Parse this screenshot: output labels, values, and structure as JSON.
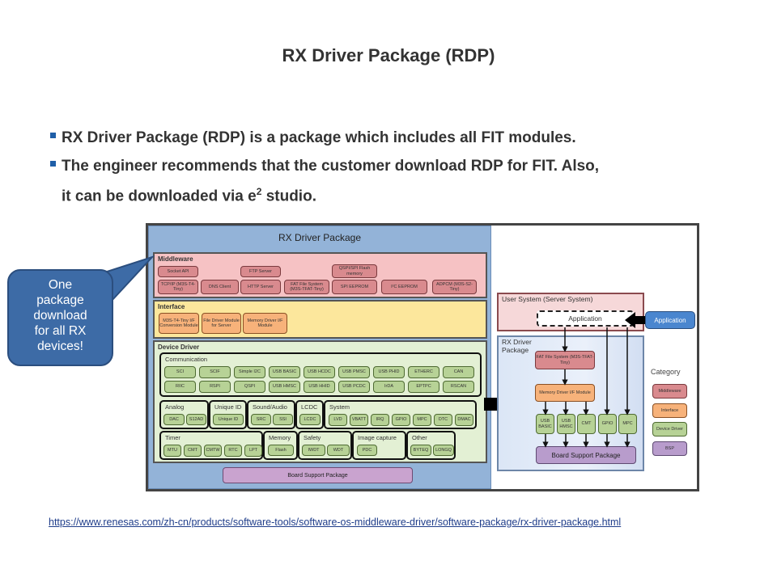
{
  "slide": {
    "title": "RX Driver Package (RDP)",
    "bullets": [
      "RX Driver Package (RDP) is a package which includes all FIT modules.",
      "The engineer recommends that the customer download RDP for FIT. Also,"
    ],
    "bullet2_continuation_prefix": "it can be downloaded via e",
    "bullet2_sup": "2",
    "bullet2_continuation_suffix": " studio.",
    "bullet_icon": "square-bullet-icon",
    "callout": [
      "One",
      "package",
      "download",
      "for all RX",
      "devices!"
    ],
    "link": "https://www.renesas.com/zh-cn/products/software-tools/software-os-middleware-driver/software-package/rx-driver-package.html"
  },
  "diagram": {
    "title": "RX Driver Package",
    "middleware": {
      "title": "Middleware",
      "row1": [
        "Socket API",
        "FTP Server",
        "QSPI/SPI Flash memory"
      ],
      "row2": [
        "TCP/IP (M3S-T4-Tiny)",
        "DNS Client",
        "HTTP Server",
        "FAT File System (M3S-TFAT-Tiny)",
        "SPI EEPROM",
        "I²C EEPROM",
        "ADPCM (M3S-S2-Tiny)"
      ]
    },
    "interface": {
      "title": "Interface",
      "modules": [
        "M3S-T4-Tiny I/F Conversion Module",
        "File Driver Module for Server",
        "Memory Driver I/F Module"
      ]
    },
    "device_driver": {
      "title": "Device Driver",
      "communication": {
        "title": "Communication",
        "row1": [
          "SCI",
          "SCIF",
          "Simple I2C",
          "USB BASIC",
          "USB HCDC",
          "USB PMSC",
          "USB PHID",
          "ETHERC",
          "CAN"
        ],
        "row2": [
          "RIIC",
          "RSPI",
          "QSPI",
          "USB HMSC",
          "USB HHID",
          "USB PCDC",
          "IrDA",
          "EPTPC",
          "RSCAN"
        ]
      },
      "analog": {
        "title": "Analog",
        "modules": [
          "DAC",
          "S12AD"
        ]
      },
      "unique_id": {
        "title": "Unique ID",
        "modules": [
          "Unique ID"
        ]
      },
      "sound": {
        "title": "Sound/Audio",
        "modules": [
          "SRC",
          "SSI"
        ]
      },
      "lcdc": {
        "title": "LCDC",
        "modules": [
          "LCDC"
        ]
      },
      "system": {
        "title": "System",
        "modules": [
          "LVD",
          "VBATT",
          "IRQ",
          "GPIO",
          "MPC",
          "DTC",
          "DMAC"
        ]
      },
      "timer": {
        "title": "Timer",
        "modules": [
          "MTU",
          "CMT",
          "CMTW",
          "RTC",
          "LPT"
        ]
      },
      "memory": {
        "title": "Memory",
        "modules": [
          "Flash"
        ]
      },
      "safety": {
        "title": "Safety",
        "modules": [
          "IWDT",
          "WDT"
        ]
      },
      "image": {
        "title": "Image capture",
        "modules": [
          "PDC"
        ]
      },
      "other": {
        "title": "Other",
        "modules": [
          "BYTEQ",
          "LONGQ"
        ]
      }
    },
    "bsp": "Board Support Package",
    "example": {
      "user_system_title": "User System (Server System)",
      "application": "Application",
      "external_application": "Application",
      "rdp_title_line1": "RX Driver",
      "rdp_title_line2": "Package",
      "fat": "FAT File System (M3S-TFAT-Tiny)",
      "memdrv": "Memory Driver I/F Module",
      "drivers": [
        "USB BASIC",
        "USB HMSC",
        "CMT",
        "GPIO",
        "MPC"
      ],
      "bsp": "Board Support Package"
    },
    "category": {
      "title": "Category",
      "items": [
        "Middleware",
        "Interface",
        "Device Driver",
        "BSP"
      ],
      "colors": [
        "#d98a8e",
        "#f7b27a",
        "#b7d296",
        "#b89ccc"
      ]
    }
  }
}
